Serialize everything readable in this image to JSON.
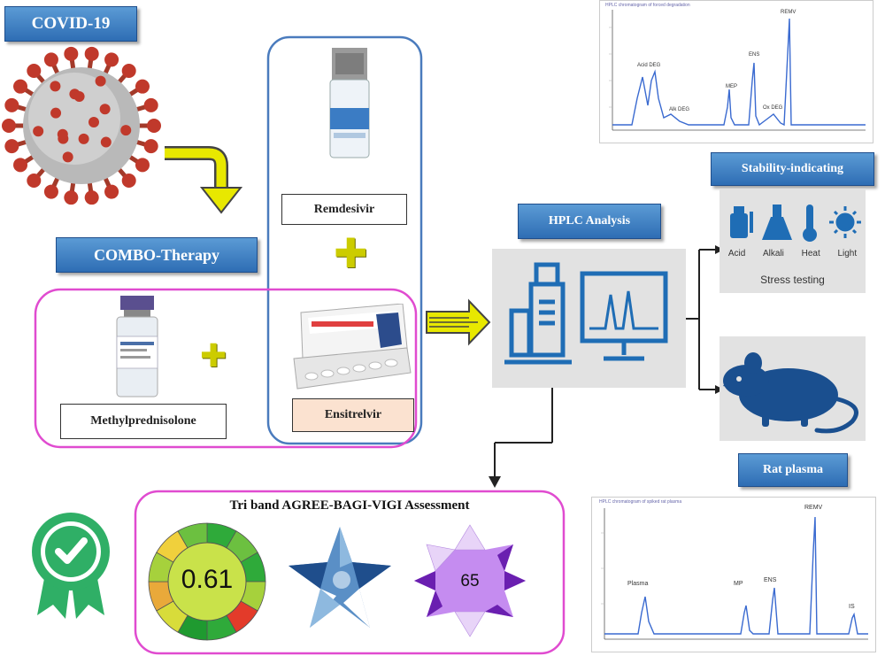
{
  "titles": {
    "covid": "COVID-19",
    "combo": "COMBO-Therapy",
    "hplc": "HPLC Analysis",
    "stability": "Stability-indicating",
    "rat_plasma": "Rat plasma",
    "assessment": "Tri band AGREE-BAGI-VIGI Assessment"
  },
  "drugs": {
    "remdesivir": "Remdesivir",
    "methylprednisolone": "Methylprednisolone",
    "ensitrelvir": "Ensitrelvir"
  },
  "stress": {
    "items": [
      "Acid",
      "Alkali",
      "Heat",
      "Light"
    ],
    "caption": "Stress testing"
  },
  "scores": {
    "agree": "0.61",
    "vigi": "65"
  },
  "chromatogram_top": {
    "header": "HPLC chromatogram of forced degradation",
    "peaks": [
      "Acid DEG",
      "Alk DEG",
      "MEP",
      "ENS",
      "Ox DEG",
      "REMV"
    ]
  },
  "chromatogram_bottom": {
    "header": "HPLC chromatogram of spiked rat plasma",
    "peaks": [
      "Plasma",
      "MP",
      "ENS",
      "REMV",
      "IS"
    ]
  },
  "colors": {
    "banner": "#2e6db4",
    "pink": "#e04bd0",
    "blue": "#4a7bbd",
    "yellow": "#e8e800",
    "green": "#2faf66"
  }
}
